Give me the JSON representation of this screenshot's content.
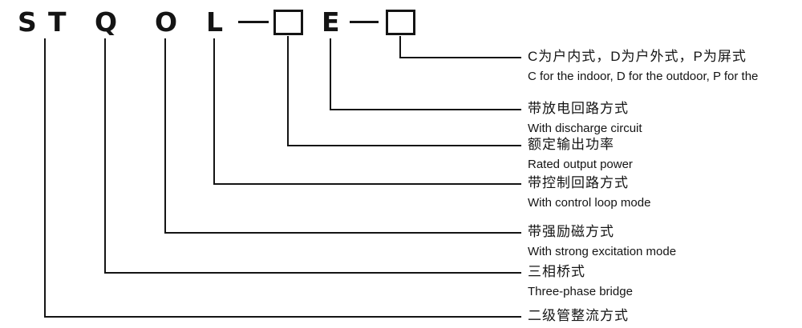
{
  "code": {
    "letters": [
      "S",
      "T",
      "Q",
      "O",
      "L"
    ],
    "letter_e": "E"
  },
  "labels": [
    {
      "zh": "C为户内式，D为户外式，P为屏式",
      "en": "C for the indoor, D for the outdoor, P for the"
    },
    {
      "zh": "带放电回路方式",
      "en": "With discharge circuit"
    },
    {
      "zh": "额定输出功率",
      "en": "Rated output power"
    },
    {
      "zh": "带控制回路方式",
      "en": "With control loop mode"
    },
    {
      "zh": "带强励磁方式",
      "en": "With strong excitation mode"
    },
    {
      "zh": "三相桥式",
      "en": "Three-phase bridge"
    },
    {
      "zh": "二级管整流方式"
    }
  ]
}
